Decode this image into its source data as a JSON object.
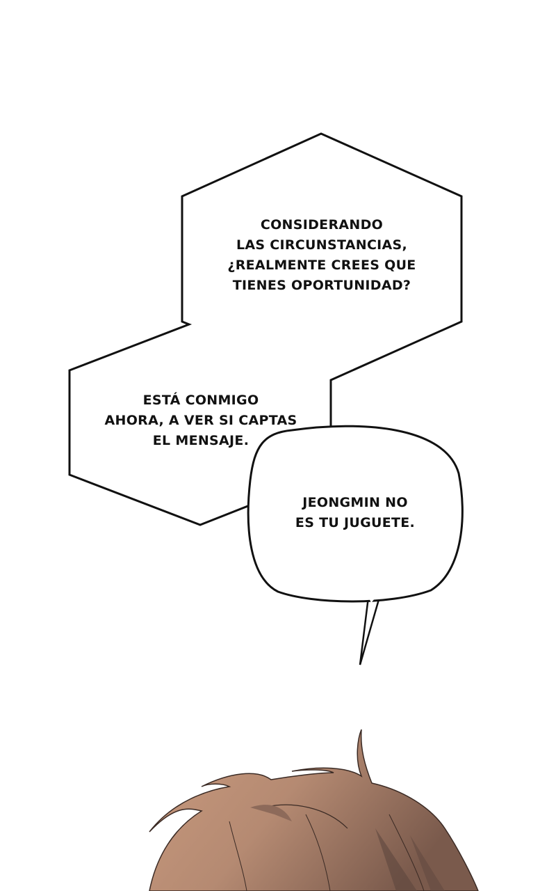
{
  "panel": {
    "bubbles": [
      {
        "shape": "hexagon",
        "lines": [
          "CONSIDERANDO",
          "LAS CIRCUNSTANCIAS,",
          "¿REALMENTE CREES QUE",
          "TIENES OPORTUNIDAD?"
        ]
      },
      {
        "shape": "hexagon",
        "lines": [
          "ESTÁ CONMIGO",
          "AHORA, A VER SI CAPTAS",
          "EL MENSAJE."
        ]
      },
      {
        "shape": "round",
        "lines": [
          "JEONGMIN NO",
          "ES TU JUGUETE."
        ]
      }
    ],
    "colors": {
      "background": "#ffffff",
      "outline": "#111111",
      "hair": "#b58a72",
      "hair_shadow": "#7a5a4c"
    }
  }
}
